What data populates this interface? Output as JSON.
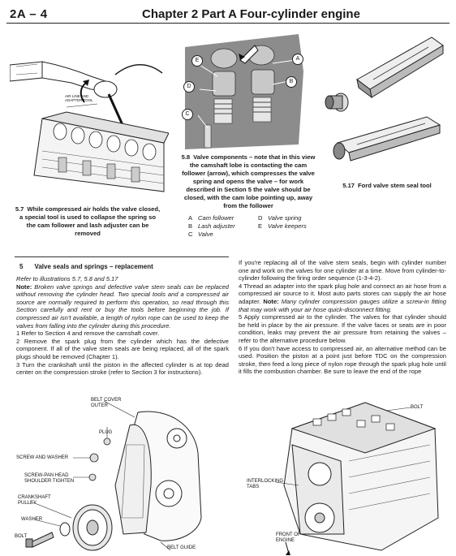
{
  "header": {
    "section_code": "2A – 4",
    "title": "Chapter 2 Part A   Four-cylinder engine"
  },
  "figures": {
    "fig57": {
      "number": "5.7",
      "caption": "While compressed air holds the valve closed, a special tool is used to collapse the spring so the cam follower and lash adjuster can be removed",
      "label": "AIR LINE AND ADAPTER TOOL"
    },
    "fig58": {
      "number": "5.8",
      "caption": "Valve components – note that in this view the camshaft lobe is contacting the cam follower (arrow), which compresses the valve spring and opens the valve – for work described in Section 5 the valve should be closed, with the cam lobe pointing up, away from the follower",
      "callouts": [
        "A",
        "B",
        "C",
        "D",
        "E"
      ],
      "legend": [
        {
          "key": "A",
          "text": "Cam follower"
        },
        {
          "key": "B",
          "text": "Lash adjuster"
        },
        {
          "key": "C",
          "text": "Valve"
        },
        {
          "key": "D",
          "text": "Valve spring"
        },
        {
          "key": "E",
          "text": "Valve keepers"
        }
      ]
    },
    "fig517": {
      "number": "5.17",
      "caption": "Ford valve stem seal tool"
    },
    "belt_fig": {
      "labels": {
        "belt_cover": "BELT COVER OUTER",
        "plug": "PLUG",
        "screw_washer": "SCREW AND WASHER",
        "screw_pan": "SCREW-PAN HEAD SHOULDER TIGHTEN",
        "pulley": "CRANKSHAFT PULLEY",
        "washer": "WASHER",
        "bolt": "BOLT",
        "belt_guide": "BELT GUIDE"
      }
    },
    "engine_fig": {
      "labels": {
        "bolt": "BOLT",
        "tabs": "INTERLOCKING TABS",
        "front": "FRONT OF ENGINE"
      }
    }
  },
  "section": {
    "number": "5",
    "title": "Valve seals and springs – replacement",
    "refer": "Refer to illustrations 5.7, 5.8 and 5.17",
    "note_label": "Note:",
    "note_text": "Broken valve springs and defective valve stem seals can be replaced without removing the cylinder head. Two special tools and a compressed air source are normally required to perform this operation, so read through this Section carefully and rent or buy the tools before beginning the job. If compressed air isn't available, a length of nylon rope can be used to keep the valves from falling into the cylinder during this procedure.",
    "p1": "1   Refer to Section 4 and remove the camshaft cover.",
    "p2": "2   Remove the spark plug from the cylinder which has the defective component. If all of the valve stem seals are being replaced, all of the spark plugs should be removed (Chapter 1).",
    "p3": "3   Turn the crankshaft until the piston in the affected cylinder is at top dead center on the compression stroke (refer to Section 3 for instructions).",
    "r1": "If you're replacing all of the valve stem seals, begin with cylinder number one and work on the valves for one cylinder at a time. Move from cylinder-to-cylinder following the firing order sequence (1-3-4-2).",
    "r2_start": "4   Thread an adapter into the spark plug hole and connect an air hose from a compressed air source to it. Most auto parts stores can supply the air hose adapter.",
    "r2_note_label": "Note:",
    "r2_note": "Many cylinder compression gauges utilize a screw-in fitting that may work with your air hose quick-disconnect fitting.",
    "r3": "5   Apply compressed air to the cylinder. The valves for that cylinder should be held in place by the air pressure. If the valve faces or seats are in poor condition, leaks may prevent the air pressure from retaining the valves – refer to the alternative procedure below.",
    "r4": "6   If you don't have access to compressed air, an alternative method can be used. Position the piston at a point just before TDC on the compression stroke, then feed a long piece of nylon rope through the spark plug hole until it fills the combustion chamber. Be sure to leave the end of the rope"
  }
}
